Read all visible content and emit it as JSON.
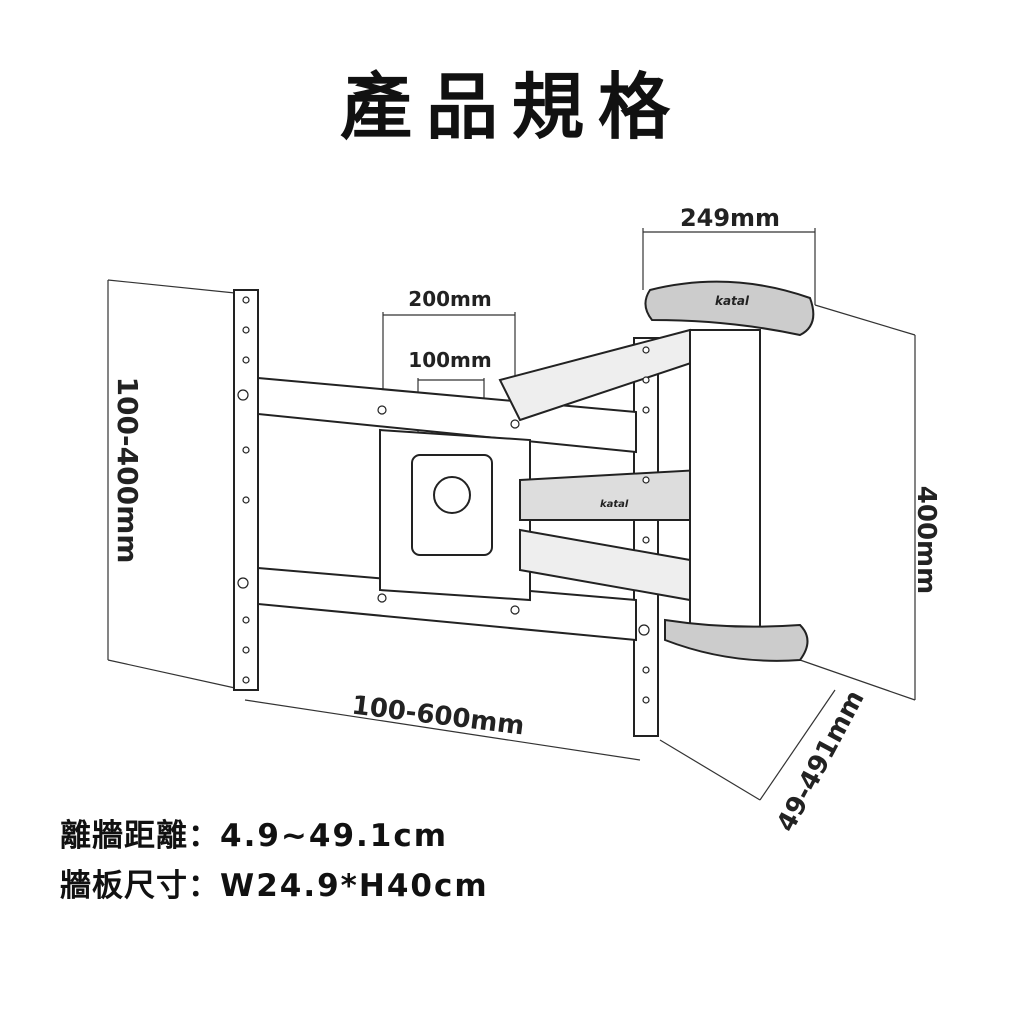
{
  "title": "產品規格",
  "dimensions": {
    "plate_width": "249mm",
    "hole_200": "200mm",
    "hole_100": "100mm",
    "vesa_vertical": "100-400mm",
    "plate_height": "400mm",
    "vesa_horizontal": "100-600mm",
    "extension": "49-491mm"
  },
  "logo": "katal",
  "specs": [
    {
      "label": "離牆距離",
      "value": "4.9~49.1cm"
    },
    {
      "label": "牆板尺寸",
      "value": "W24.9*H40cm"
    }
  ],
  "separator": "："
}
